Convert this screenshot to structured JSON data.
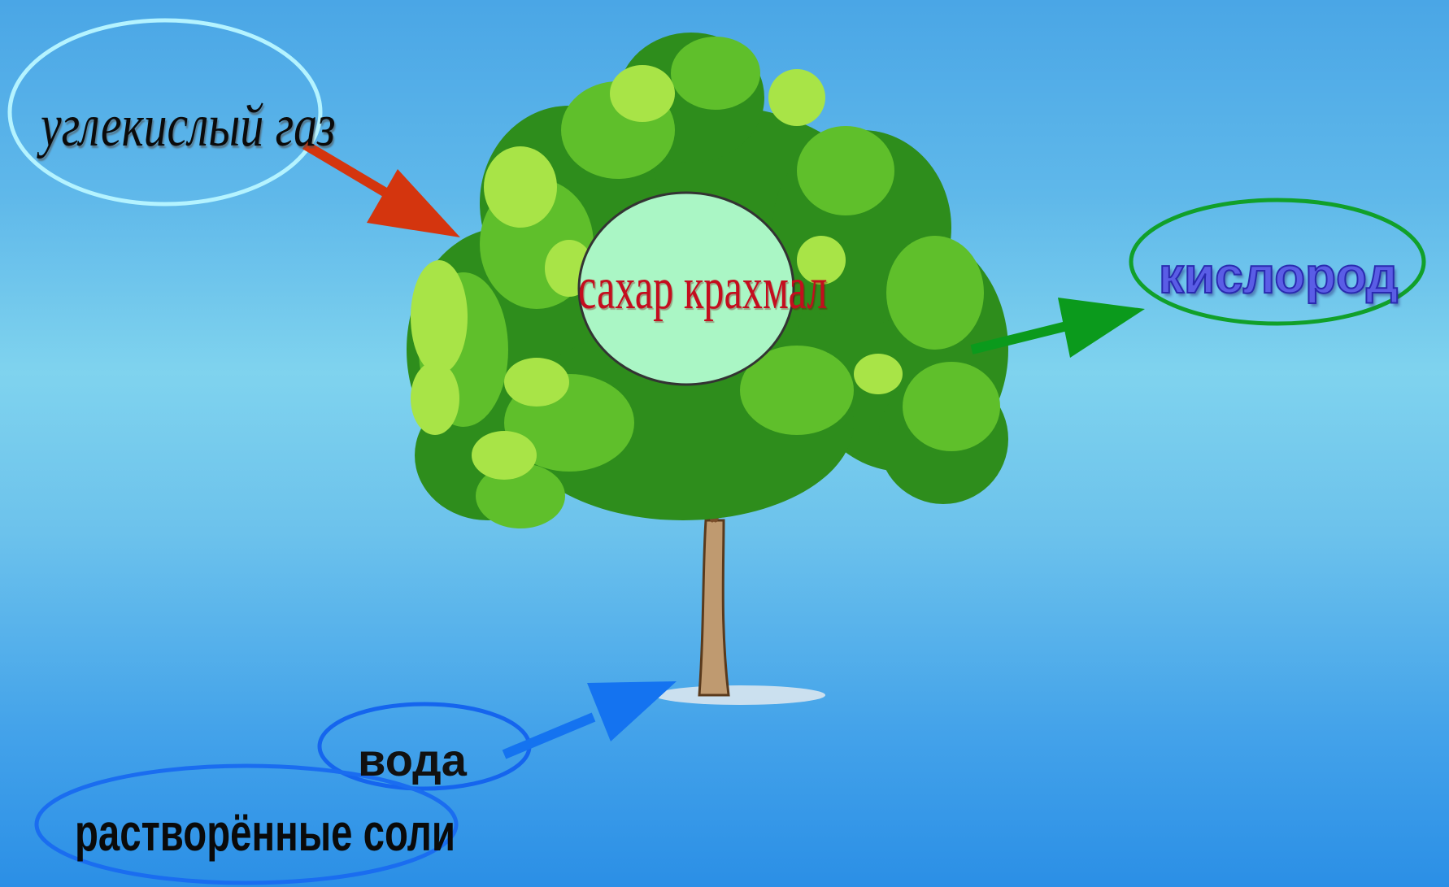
{
  "labels": {
    "carbon_dioxide": "углекислый газ",
    "sugar_starch": "сахар крахмал",
    "oxygen": "кислород",
    "water": "вода",
    "dissolved_salts": "растворённые соли"
  },
  "colors": {
    "co2_arrow": "#d4350e",
    "oxygen_arrow": "#0b9a1c",
    "water_arrow": "#1473f0",
    "co2_ellipse": "#aef2ff",
    "oxygen_ellipse": "#11a02a",
    "water_ellipse": "#1061ee",
    "center_circle_fill": "#aaf7c6",
    "foliage_dark": "#2f8f1e",
    "foliage_mid": "#5cc02a",
    "foliage_light": "#a9e44a",
    "trunk": "#b9936a"
  },
  "icons": {
    "plant": "tree-icon"
  }
}
